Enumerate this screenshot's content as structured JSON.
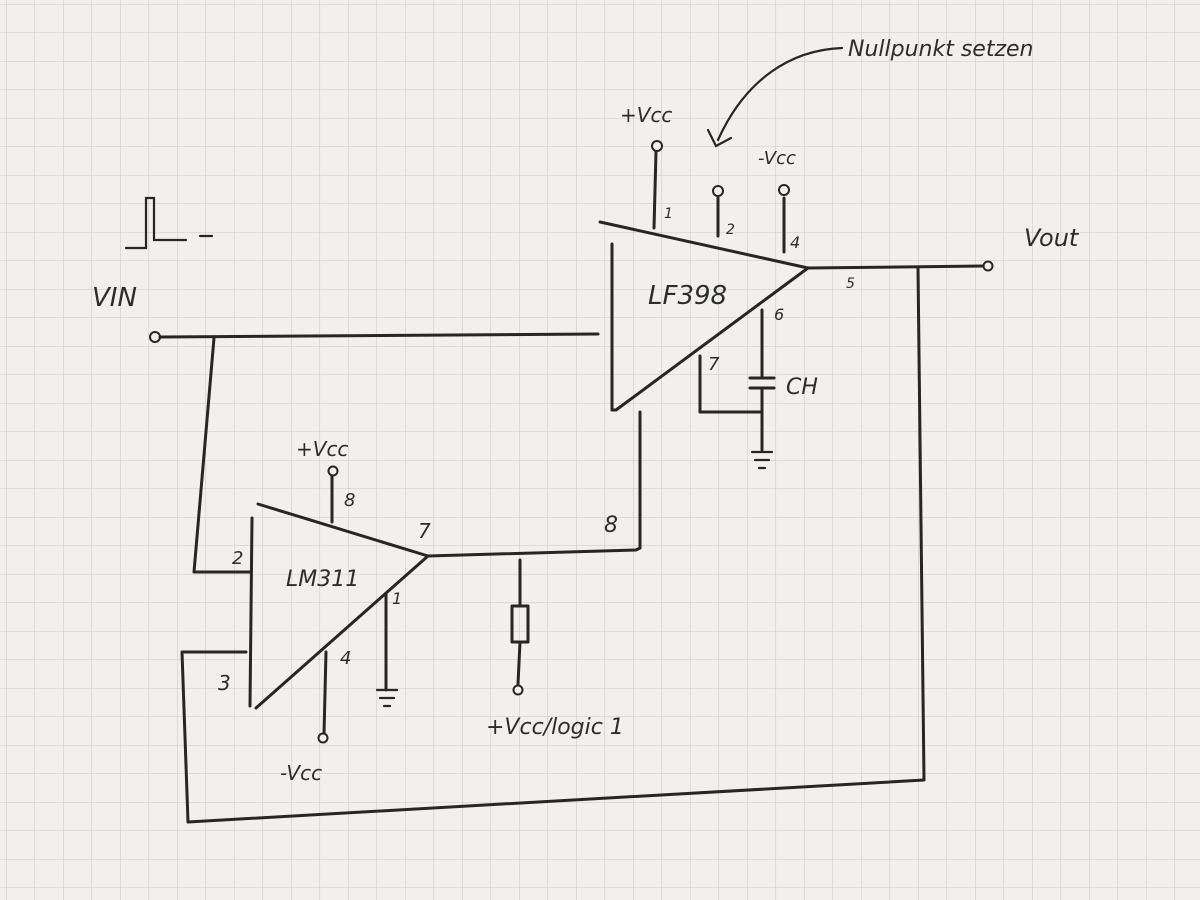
{
  "annotation": "Nullpunkt setzen",
  "lf398": {
    "name": "LF398",
    "pins": [
      "1",
      "2",
      "4",
      "5",
      "6",
      "7",
      "8"
    ],
    "supply_pos": "+Vcc",
    "supply_neg": "-Vcc"
  },
  "lm311": {
    "name": "LM311",
    "pins": [
      "1",
      "2",
      "3",
      "4",
      "7",
      "8"
    ],
    "supply_pos": "+Vcc",
    "supply_neg": "-Vcc"
  },
  "labels": {
    "vin": "VIN",
    "vout": "Vout",
    "ch": "CH",
    "pullup": "+Vcc/logic 1"
  },
  "colors": {
    "ink": "#262626",
    "paper": "#f1f0ee",
    "grid": "#c9c9c9"
  }
}
